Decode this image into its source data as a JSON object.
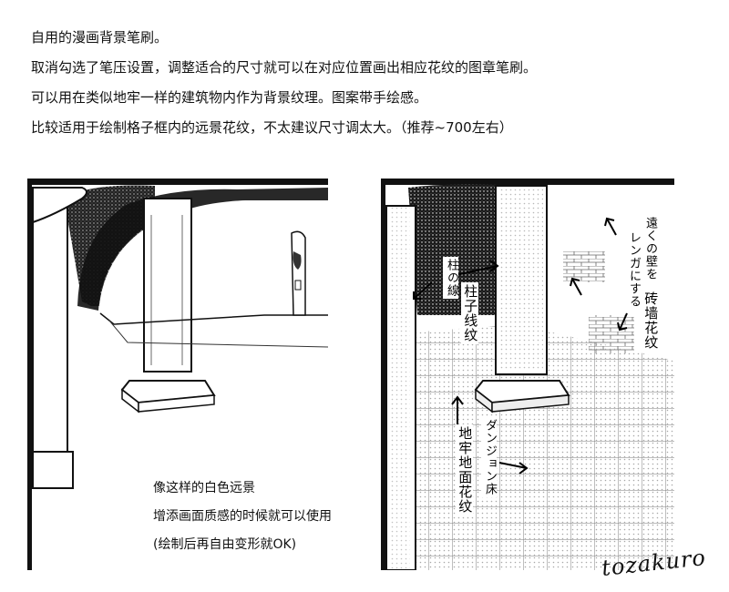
{
  "intro": {
    "line1": "自用的漫画背景笔刷。",
    "line2": "取消勾选了笔压设置，调整适合的尺寸就可以在对应位置画出相应花纹的图章笔刷。",
    "line3": "可以用在类似地牢一样的建筑物内作为背景纹理。图案带手绘感。",
    "line4": "比较适用于绘制格子框内的远景花纹，不太建议尺寸调太大。（推荐~700左右）"
  },
  "left_panel": {
    "caption": {
      "line1": "像这样的白色远景",
      "line2": "增添画面质感的时候就可以使用",
      "line3": "(绘制后再自由变形就OK)"
    }
  },
  "right_panel": {
    "annotations": {
      "pillar_line_jp": "柱の線",
      "pillar_line_cn": "柱子线纹",
      "far_wall_jp_a": "遠くの壁を",
      "far_wall_jp_b": "レンガにする",
      "brick_wall_cn": "砖墙花纹",
      "dungeon_floor_jp": "ダンジョン床",
      "dungeon_floor_cn": "地牢地面花纹"
    }
  },
  "signature": "tozakuro"
}
